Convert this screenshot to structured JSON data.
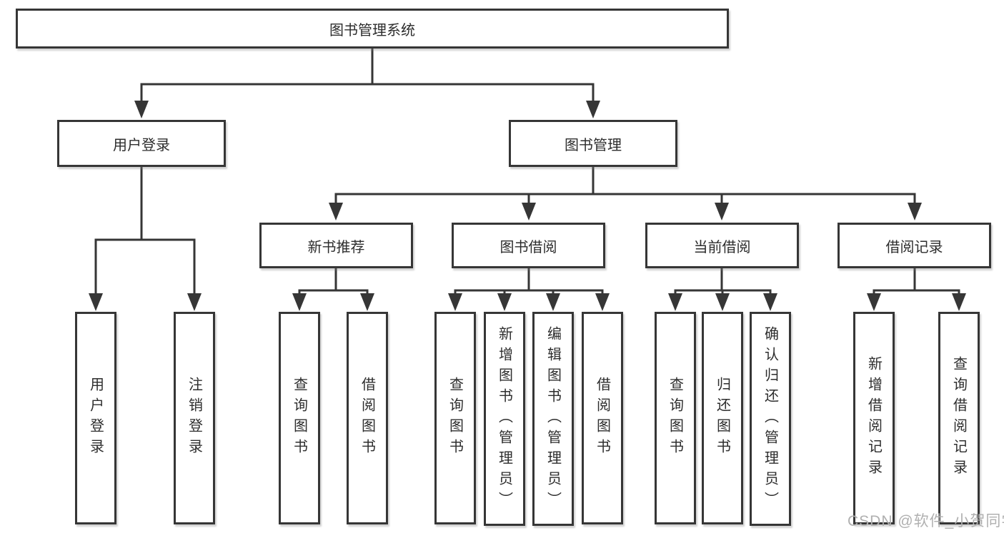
{
  "colors": {
    "line": "#363636",
    "box_border": "#363636",
    "text": "#2d2d2d",
    "watermark": "#b0b0b0",
    "background": "#ffffff"
  },
  "diagram": {
    "root": {
      "label": "图书管理系统"
    },
    "level2": [
      {
        "label": "用户登录"
      },
      {
        "label": "图书管理"
      }
    ],
    "level3": [
      {
        "label": "新书推荐"
      },
      {
        "label": "图书借阅"
      },
      {
        "label": "当前借阅"
      },
      {
        "label": "借阅记录"
      }
    ],
    "leaves": {
      "user_login": [
        {
          "label": "用户登录"
        },
        {
          "label": "注销登录"
        }
      ],
      "new_book_recommend": [
        {
          "label": "查询图书"
        },
        {
          "label": "借阅图书"
        }
      ],
      "book_borrow": [
        {
          "label": "查询图书"
        },
        {
          "label": "新增图书（管理员）"
        },
        {
          "label": "编辑图书（管理员）"
        },
        {
          "label": "借阅图书"
        }
      ],
      "current_borrow": [
        {
          "label": "查询图书"
        },
        {
          "label": "归还图书"
        },
        {
          "label": "确认归还（管理员）"
        }
      ],
      "borrow_records": [
        {
          "label": "新增借阅记录"
        },
        {
          "label": "查询借阅记录"
        }
      ]
    }
  },
  "watermark": {
    "text": "CSDN @软件_小贺同学"
  }
}
